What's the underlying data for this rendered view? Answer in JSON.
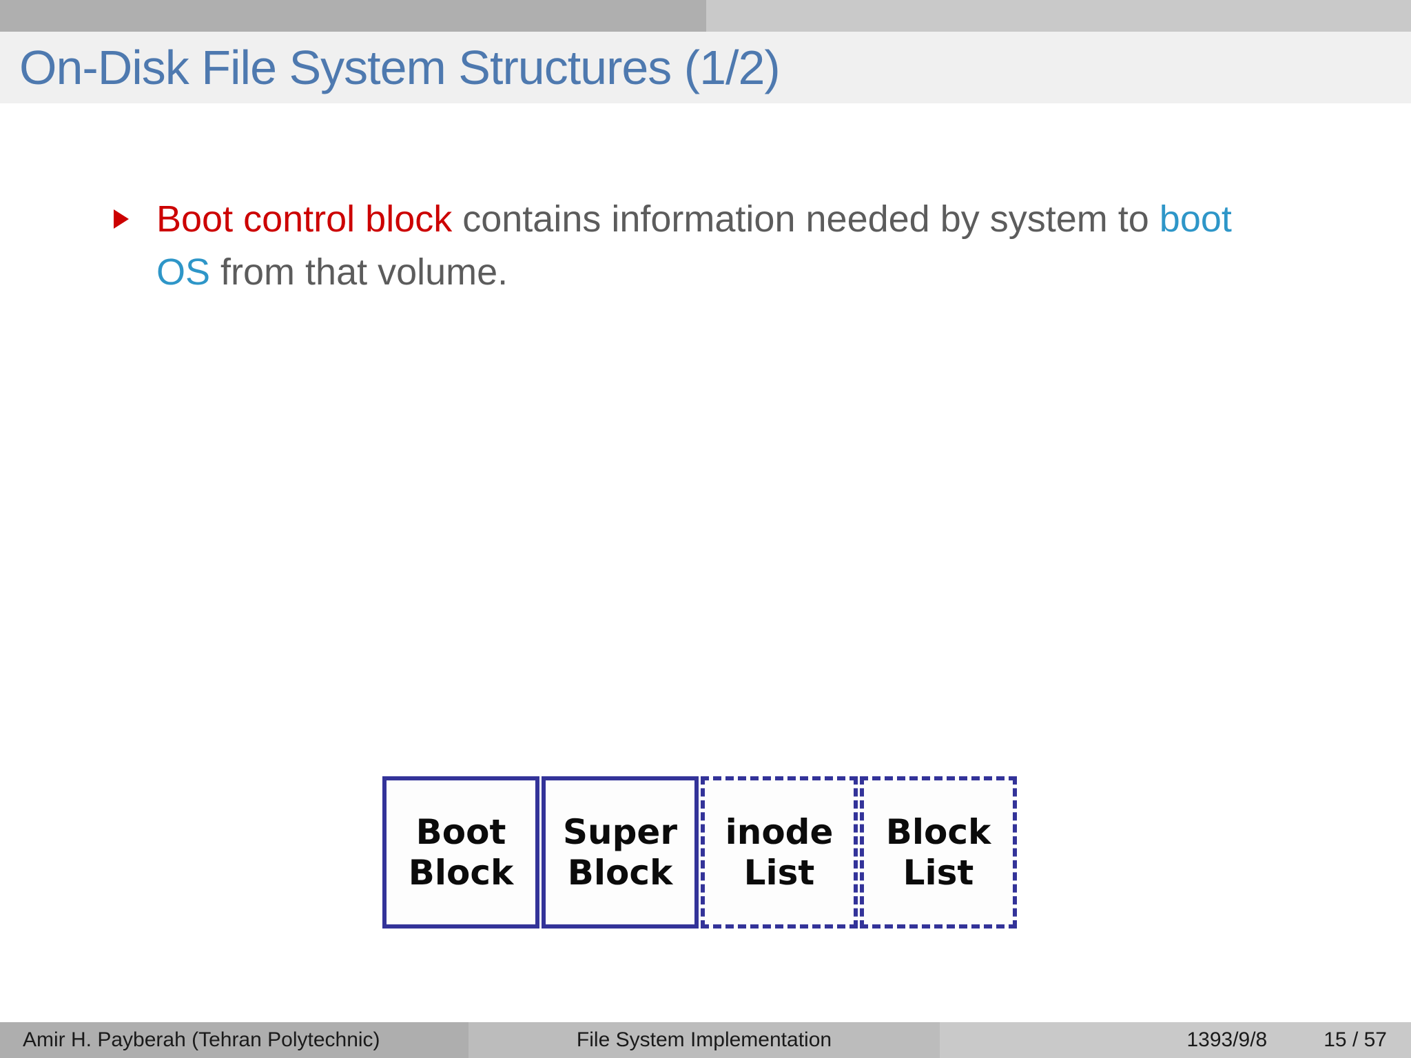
{
  "slide": {
    "title": "On-Disk File System Structures (1/2)",
    "colors": {
      "topbar_dark": "#afafaf",
      "topbar_light": "#c9c9c9",
      "titleband_bg": "#f0f0f0",
      "title_blue": "#4e79af",
      "alert_red": "#cc0000",
      "accent_blue": "#2e96c8",
      "body_gray": "#5c5c5c",
      "diagram_border": "#333399",
      "footer_left_bg": "#aeaeae",
      "footer_mid_bg": "#bcbcbc",
      "footer_right_bg": "#c9c9c9"
    }
  },
  "bullet": {
    "marker_icon": "red-triangle-right",
    "line1": [
      {
        "text": "Boot control block",
        "style": "alert"
      },
      {
        "text": " contains information needed by system to ",
        "style": "body"
      },
      {
        "text": "boot",
        "style": "accent"
      }
    ],
    "line2": [
      {
        "text": "OS",
        "style": "accent"
      },
      {
        "text": " from that volume.",
        "style": "body"
      }
    ]
  },
  "diagram": {
    "boxes": [
      {
        "line1": "Boot",
        "line2": "Block",
        "border": "solid"
      },
      {
        "line1": "Super",
        "line2": "Block",
        "border": "solid"
      },
      {
        "line1": "inode",
        "line2": "List",
        "border": "dashed"
      },
      {
        "line1": "Block",
        "line2": "List",
        "border": "dashed"
      }
    ]
  },
  "footer": {
    "author": "Amir H. Payberah (Tehran Polytechnic)",
    "doc_title": "File System Implementation",
    "date": "1393/9/8",
    "page": "15 / 57"
  }
}
